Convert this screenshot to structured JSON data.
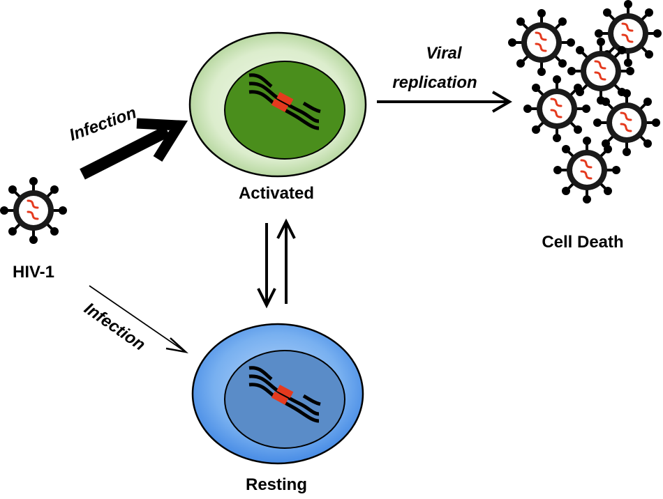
{
  "labels": {
    "hiv": "HIV-1",
    "activated": "Activated",
    "resting": "Resting",
    "cell_death": "Cell Death",
    "infection_top": "Infection",
    "infection_bottom": "Infection",
    "viral_line1": "Viral",
    "viral_line2": "replication"
  },
  "colors": {
    "activated_outer": "#d9ecc9",
    "activated_nucleus": "#4a8e1c",
    "resting_outer": "#5e9ee8",
    "resting_nucleus": "#5a8cc8",
    "dna": "#000000",
    "dna_mark": "#e53a1e",
    "virus_rna": "#e53a1e"
  },
  "icons": {
    "virus": "hiv-virion-icon",
    "dna": "dna-strand-icon"
  }
}
